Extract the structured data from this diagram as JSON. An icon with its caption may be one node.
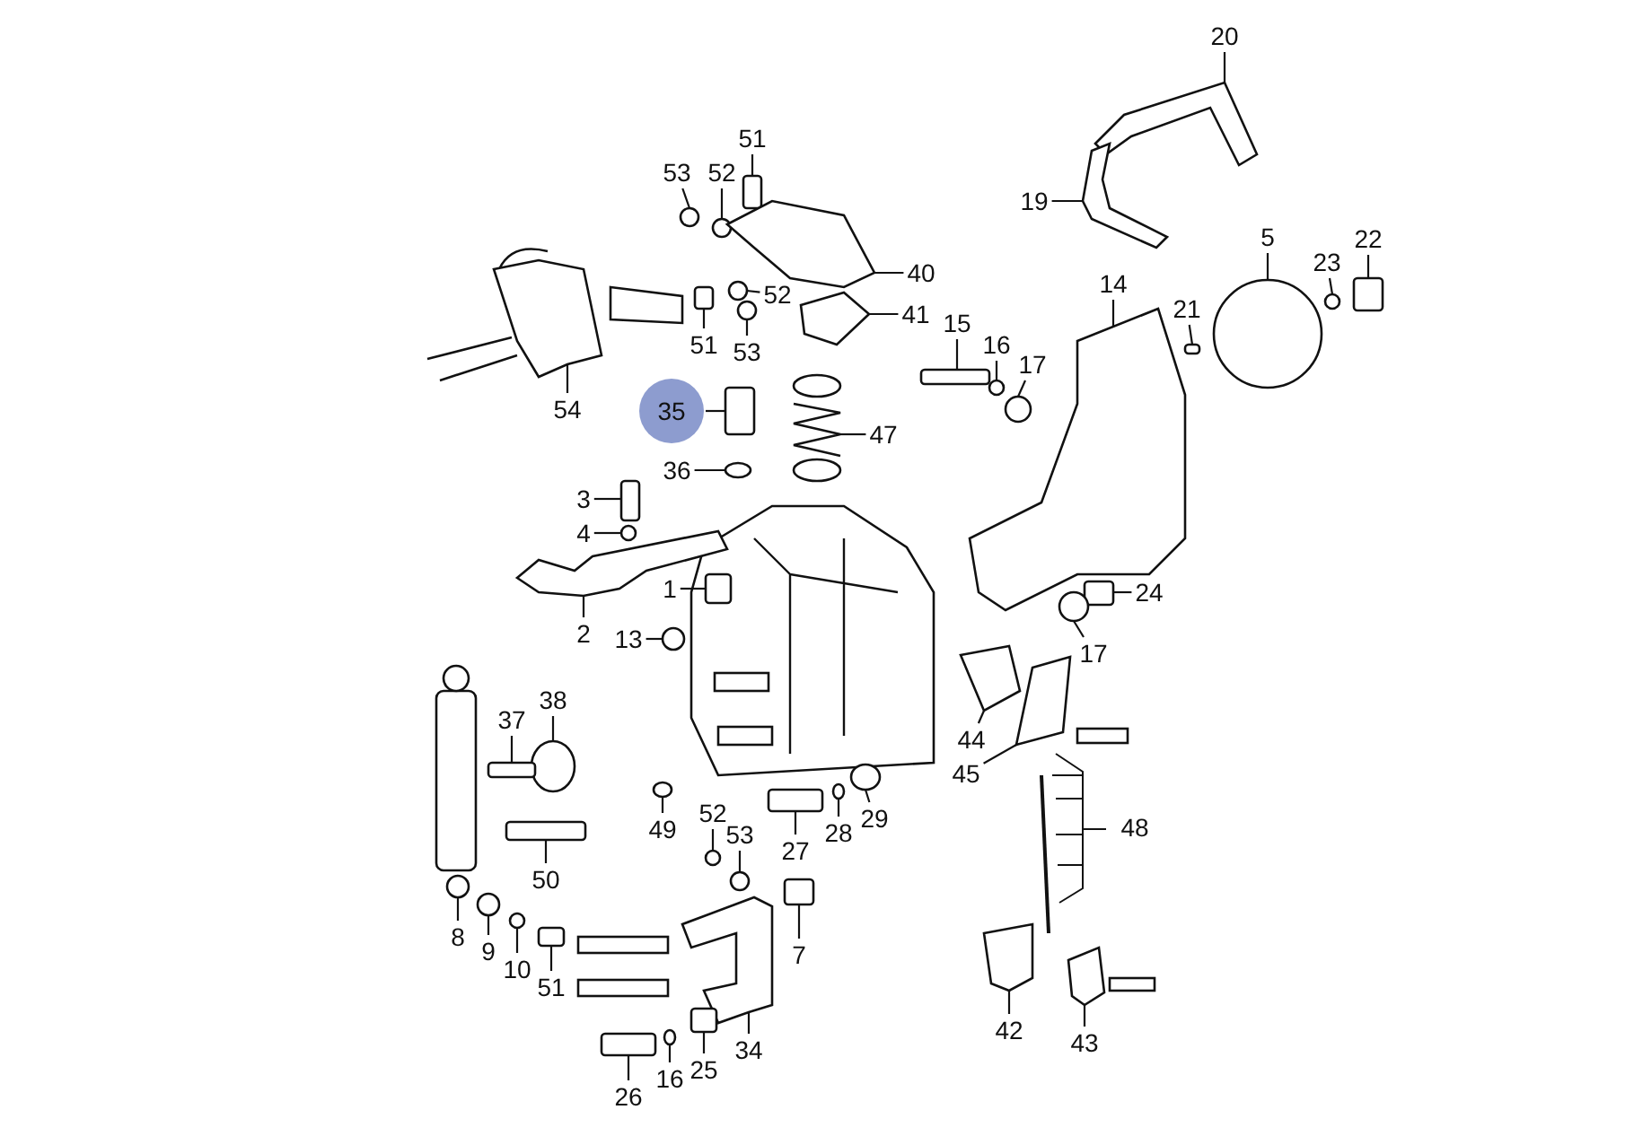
{
  "diagram": {
    "nodes": [
      {
        "text": [
          "20"
        ]
      },
      {
        "text": [
          "19"
        ]
      },
      {
        "text": [
          "5"
        ]
      },
      {
        "text": [
          "23"
        ]
      },
      {
        "text": [
          "22"
        ]
      },
      {
        "text": [
          "14"
        ]
      },
      {
        "text": [
          "21"
        ]
      },
      {
        "text": [
          "15"
        ]
      },
      {
        "text": [
          "16"
        ]
      },
      {
        "text": [
          "17"
        ]
      },
      {
        "text": [
          "24"
        ]
      },
      {
        "text": [
          "17"
        ]
      },
      {
        "text": [
          "51"
        ]
      },
      {
        "text": [
          "53"
        ]
      },
      {
        "text": [
          "52"
        ]
      },
      {
        "text": [
          "40"
        ]
      },
      {
        "text": [
          "52"
        ]
      },
      {
        "text": [
          "41"
        ]
      },
      {
        "text": [
          "51"
        ]
      },
      {
        "text": [
          "53"
        ]
      },
      {
        "text": [
          "54"
        ]
      },
      {
        "text": [
          "35"
        ]
      },
      {
        "text": [
          "47"
        ]
      },
      {
        "text": [
          "36"
        ]
      },
      {
        "text": [
          "3"
        ]
      },
      {
        "text": [
          "4"
        ]
      },
      {
        "text": [
          "1"
        ]
      },
      {
        "text": [
          "2"
        ]
      },
      {
        "text": [
          "13"
        ]
      },
      {
        "text": [
          "38"
        ]
      },
      {
        "text": [
          "37"
        ]
      },
      {
        "text": [
          "49"
        ]
      },
      {
        "text": [
          "50"
        ]
      },
      {
        "text": [
          "52"
        ]
      },
      {
        "text": [
          "53"
        ]
      },
      {
        "text": [
          "27"
        ]
      },
      {
        "text": [
          "28"
        ]
      },
      {
        "text": [
          "29"
        ]
      },
      {
        "text": [
          "44"
        ]
      },
      {
        "text": [
          "45"
        ]
      },
      {
        "text": [
          "48"
        ]
      },
      {
        "text": [
          "8"
        ]
      },
      {
        "text": [
          "9"
        ]
      },
      {
        "text": [
          "10"
        ]
      },
      {
        "text": [
          "51"
        ]
      },
      {
        "text": [
          "7"
        ]
      },
      {
        "text": [
          "42"
        ]
      },
      {
        "text": [
          "43"
        ]
      },
      {
        "text": [
          "34"
        ]
      },
      {
        "text": [
          "26"
        ]
      },
      {
        "text": [
          "16"
        ]
      },
      {
        "text": [
          "25"
        ]
      },
      {
        "text": [],
        "shape": "picture"
      },
      {
        "text": [],
        "shape": "picture"
      },
      {
        "text": [],
        "shape": "circle"
      },
      {
        "text": [],
        "shape": "circle"
      },
      {
        "text": [],
        "shape": "box"
      },
      {
        "text": [],
        "shape": "picture"
      },
      {
        "text": [],
        "shape": "box"
      },
      {
        "text": [],
        "shape": "box"
      },
      {
        "text": [],
        "shape": "circle"
      },
      {
        "text": [],
        "shape": "circle"
      },
      {
        "text": [],
        "shape": "box"
      },
      {
        "text": [],
        "shape": "circle"
      },
      {
        "text": [],
        "shape": "box"
      },
      {
        "text": [],
        "shape": "circle"
      },
      {
        "text": [],
        "shape": "circle"
      },
      {
        "text": [],
        "shape": "picture"
      },
      {
        "text": [],
        "shape": "circle"
      },
      {
        "text": [],
        "shape": "picture"
      },
      {
        "text": [],
        "shape": "box"
      },
      {
        "text": [],
        "shape": "circle"
      },
      {
        "text": [],
        "shape": "picture"
      },
      {
        "text": [],
        "shape": "box"
      },
      {
        "text": [],
        "shape": "picture"
      },
      {
        "text": [],
        "shape": "circle"
      },
      {
        "text": [],
        "shape": "box"
      },
      {
        "text": [],
        "shape": "circle"
      },
      {
        "text": [],
        "shape": "box"
      },
      {
        "text": [],
        "shape": "picture"
      },
      {
        "text": [],
        "shape": "circle"
      },
      {
        "text": [],
        "shape": "circle"
      },
      {
        "text": [],
        "shape": "box"
      },
      {
        "text": [],
        "shape": "circle"
      },
      {
        "text": [],
        "shape": "box"
      },
      {
        "text": [],
        "shape": "circle"
      },
      {
        "text": [],
        "shape": "circle"
      },
      {
        "text": [],
        "shape": "box"
      },
      {
        "text": [],
        "shape": "circle"
      },
      {
        "text": [],
        "shape": "circle"
      },
      {
        "text": [],
        "shape": "picture"
      },
      {
        "text": [],
        "shape": "picture"
      },
      {
        "text": [],
        "shape": "circle"
      },
      {
        "text": [],
        "shape": "circle"
      },
      {
        "text": [],
        "shape": "circle"
      },
      {
        "text": [],
        "shape": "box"
      },
      {
        "text": [],
        "shape": "box"
      },
      {
        "text": [],
        "shape": "picture"
      },
      {
        "text": [],
        "shape": "picture"
      },
      {
        "text": [],
        "shape": "picture"
      },
      {
        "text": [],
        "shape": "box"
      },
      {
        "text": [],
        "shape": "circle"
      },
      {
        "text": [],
        "shape": "box"
      }
    ],
    "edges": [
      {
        "from": 0,
        "to": 52,
        "arrow": "none"
      },
      {
        "from": 1,
        "to": 53,
        "arrow": "none"
      },
      {
        "from": 2,
        "to": 54,
        "arrow": "none"
      },
      {
        "from": 3,
        "to": 55,
        "arrow": "none"
      },
      {
        "from": 4,
        "to": 56,
        "arrow": "none"
      },
      {
        "from": 5,
        "to": 57,
        "arrow": "none"
      },
      {
        "from": 6,
        "to": 58,
        "arrow": "none"
      },
      {
        "from": 7,
        "to": 59,
        "arrow": "none"
      },
      {
        "from": 8,
        "to": 60,
        "arrow": "none"
      },
      {
        "from": 9,
        "to": 61,
        "arrow": "none"
      },
      {
        "from": 10,
        "to": 62,
        "arrow": "none"
      },
      {
        "from": 11,
        "to": 63,
        "arrow": "none"
      },
      {
        "from": 12,
        "to": 64,
        "arrow": "none"
      },
      {
        "from": 13,
        "to": 65,
        "arrow": "none"
      },
      {
        "from": 14,
        "to": 66,
        "arrow": "none"
      },
      {
        "from": 15,
        "to": 67,
        "arrow": "none"
      },
      {
        "from": 16,
        "to": 68,
        "arrow": "none"
      },
      {
        "from": 17,
        "to": 69,
        "arrow": "none"
      },
      {
        "from": 18,
        "to": 70,
        "arrow": "none"
      },
      {
        "from": 19,
        "to": 71,
        "arrow": "none"
      },
      {
        "from": 20,
        "to": 72,
        "arrow": "none"
      },
      {
        "from": 21,
        "to": 73,
        "arrow": "none"
      },
      {
        "from": 22,
        "to": 74,
        "arrow": "none"
      },
      {
        "from": 23,
        "to": 75,
        "arrow": "none"
      },
      {
        "from": 24,
        "to": 76,
        "arrow": "none"
      },
      {
        "from": 25,
        "to": 77,
        "arrow": "none"
      },
      {
        "from": 26,
        "to": 78,
        "arrow": "none"
      },
      {
        "from": 27,
        "to": 79,
        "arrow": "none"
      },
      {
        "from": 28,
        "to": 80,
        "arrow": "none"
      },
      {
        "from": 29,
        "to": 81,
        "arrow": "none"
      },
      {
        "from": 30,
        "to": 82,
        "arrow": "none"
      },
      {
        "from": 31,
        "to": 83,
        "arrow": "none"
      },
      {
        "from": 32,
        "to": 84,
        "arrow": "none"
      },
      {
        "from": 33,
        "to": 85,
        "arrow": "none"
      },
      {
        "from": 34,
        "to": 86,
        "arrow": "none"
      },
      {
        "from": 35,
        "to": 87,
        "arrow": "none"
      },
      {
        "from": 36,
        "to": 88,
        "arrow": "none"
      },
      {
        "from": 37,
        "to": 89,
        "arrow": "none"
      },
      {
        "from": 38,
        "to": 90,
        "arrow": "none"
      },
      {
        "from": 39,
        "to": 91,
        "arrow": "none"
      },
      {
        "from": 41,
        "to": 92,
        "arrow": "none"
      },
      {
        "from": 42,
        "to": 93,
        "arrow": "none"
      },
      {
        "from": 43,
        "to": 94,
        "arrow": "none"
      },
      {
        "from": 44,
        "to": 95,
        "arrow": "none"
      },
      {
        "from": 45,
        "to": 96,
        "arrow": "none"
      },
      {
        "from": 46,
        "to": 97,
        "arrow": "none"
      },
      {
        "from": 47,
        "to": 98,
        "arrow": "none"
      },
      {
        "from": 48,
        "to": 99,
        "arrow": "none"
      },
      {
        "from": 49,
        "to": 100,
        "arrow": "none"
      },
      {
        "from": 50,
        "to": 101,
        "arrow": "none"
      },
      {
        "from": 51,
        "to": 102,
        "arrow": "none"
      }
    ]
  }
}
